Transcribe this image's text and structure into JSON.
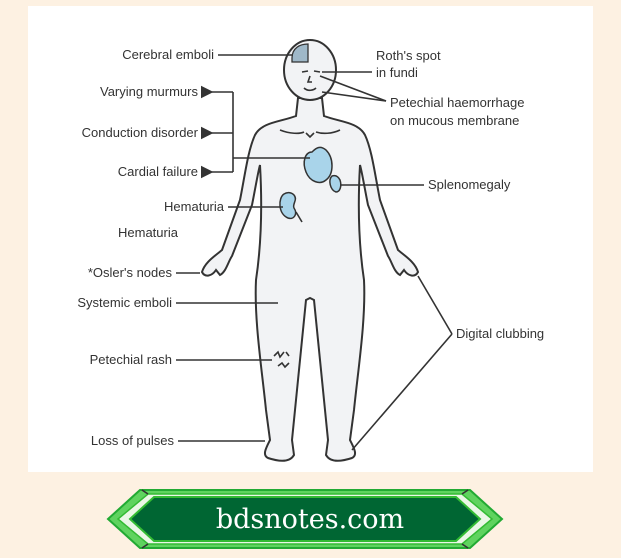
{
  "labels_left": {
    "cerebral_emboli": "Cerebral emboli",
    "varying_murmurs": "Varying murmurs",
    "conduction_disorder": "Conduction disorder",
    "cardial_failure": "Cardial failure",
    "hematuria_1": "Hematuria",
    "hematuria_2": "Hematuria",
    "oslers_nodes": "*Osler's nodes",
    "systemic_emboli": "Systemic emboli",
    "petechial_rash": "Petechial rash",
    "loss_of_pulses": "Loss of pulses"
  },
  "labels_right": {
    "roths_spot_1": "Roth's spot",
    "roths_spot_2": "in fundi",
    "petechial_haem_1": "Petechial haemorrhage",
    "petechial_haem_2": "on mucous membrane",
    "splenomegaly": "Splenomegaly",
    "digital_clubbing": "Digital clubbing"
  },
  "banner": {
    "text": "bdsnotes.com"
  },
  "colors": {
    "background": "#fdf1e2",
    "organ": "#a9d4ea",
    "banner_green": "#006633",
    "banner_border": "#33bb33"
  }
}
